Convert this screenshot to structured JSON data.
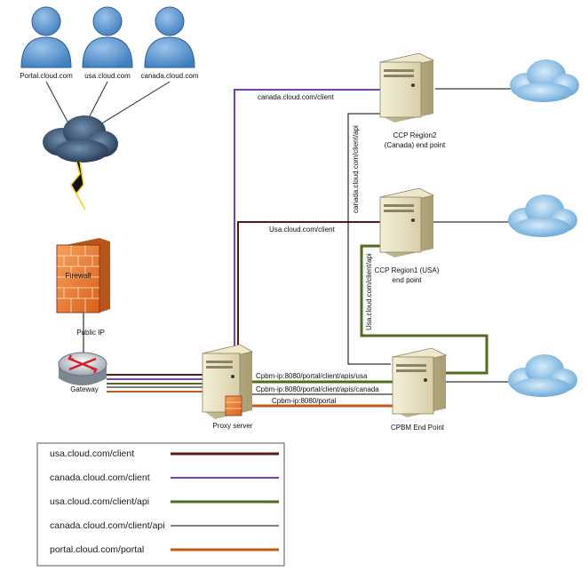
{
  "users": [
    {
      "label": "Portal.cloud.com"
    },
    {
      "label": "usa.cloud.com"
    },
    {
      "label": "canada.cloud.com"
    }
  ],
  "firewall": {
    "label": "Firewall"
  },
  "public_ip": {
    "label": "Public IP"
  },
  "gateway": {
    "label": "Gateway"
  },
  "proxy": {
    "label": "Proxy server"
  },
  "ccp2": {
    "line1": "CCP Region2",
    "line2": "(Canada) end point"
  },
  "ccp1": {
    "line1": "CCP Region1 (USA)",
    "line2": "end point"
  },
  "cpbm": {
    "label": "CPBM End Point"
  },
  "links": {
    "canada_client": "canada.cloud.com/client",
    "usa_client": "Usa.cloud.com/client",
    "canada_api": "canada.cloud.com/client/api",
    "usa_api": "Usa.cloud.com/client/api",
    "cpbm_usa": "Cpbm-ip:8080/portal/client/apis/usa",
    "cpbm_canada": "Cpbm-ip:8080/portal/client/apis/canada",
    "cpbm_portal": "Cpbm-ip:8080/portal"
  },
  "colors": {
    "usa_client": "#5c1a1a",
    "canada_client": "#7b3fb0",
    "usa_api": "#4f6b1f",
    "canada_api": "#000000",
    "portal": "#c05a1a"
  },
  "legend": [
    {
      "label": "usa.cloud.com/client",
      "color": "#5c1a1a"
    },
    {
      "label": "canada.cloud.com/client",
      "color": "#7b3fb0"
    },
    {
      "label": "usa.cloud.com/client/api",
      "color": "#4f6b1f"
    },
    {
      "label": "canada.cloud.com/client/api",
      "color": "#000000"
    },
    {
      "label": "portal.cloud.com/portal",
      "color": "#c05a1a"
    }
  ]
}
